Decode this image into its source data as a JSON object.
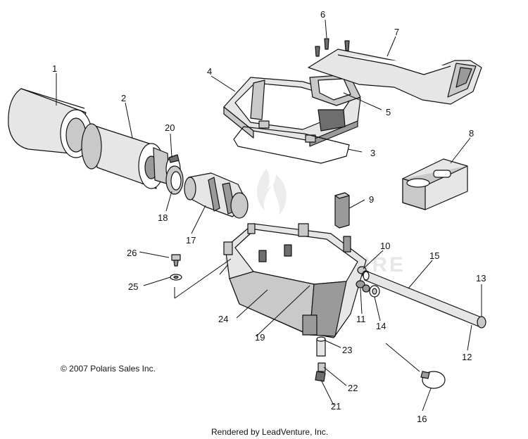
{
  "callouts": [
    "1",
    "2",
    "3",
    "4",
    "5",
    "6",
    "7",
    "8",
    "9",
    "10",
    "11",
    "12",
    "13",
    "14",
    "15",
    "16",
    "17",
    "18",
    "19",
    "20",
    "21",
    "22",
    "23",
    "24",
    "25",
    "26"
  ],
  "copyright": "© 2007 Polaris Sales Inc.",
  "rendered_by": "Rendered by LeadVenture, Inc.",
  "watermark_text": "LEADVENTURE",
  "colors": {
    "line": "#111111",
    "watermark": "#e7e7e7",
    "background": "#ffffff"
  }
}
